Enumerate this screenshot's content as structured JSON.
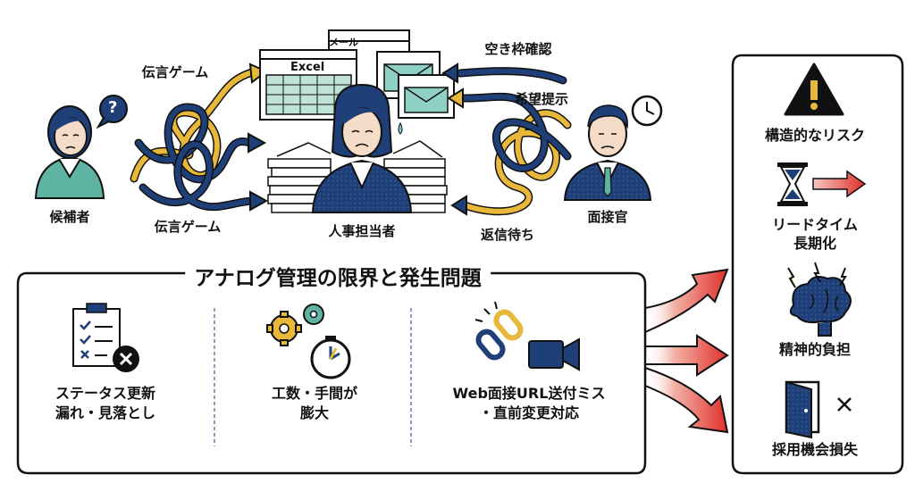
{
  "top": {
    "candidate_label": "候補者",
    "hr_label": "人事担当者",
    "interviewer_label": "面接官",
    "message_game_top": "伝言ゲーム",
    "message_game_bottom": "伝言ゲーム",
    "check_slots": "空き枠確認",
    "present_wishes": "希望提示",
    "wait_reply": "返信待ち",
    "excel_window_title": "Excel",
    "mail_window_title": "メール",
    "question_mark": "?"
  },
  "panel": {
    "title": "アナログ管理の限界と発生問題",
    "items": [
      {
        "icon": "checklist-icon",
        "lines": [
          "ステータス更新",
          "漏れ・見落とし"
        ]
      },
      {
        "icon": "gears-stopwatch-icon",
        "lines": [
          "工数・手間が",
          "膨大"
        ]
      },
      {
        "icon": "broken-link-video-icon",
        "lines": [
          "Web面接URL送付ミス",
          "・直前変更対応"
        ]
      }
    ]
  },
  "risks": {
    "items": [
      {
        "icon": "warning-icon",
        "lines": [
          "構造的なリスク"
        ]
      },
      {
        "icon": "hourglass-arrow-icon",
        "lines": [
          "リードタイム",
          "長期化"
        ]
      },
      {
        "icon": "stressed-brain-icon",
        "lines": [
          "精神的負担"
        ]
      },
      {
        "icon": "open-door-icon",
        "lines": [
          "採用機会損失"
        ]
      }
    ]
  },
  "colors": {
    "navy": "#1f3f78",
    "mustard": "#e8b83a",
    "red_arrow": "#e0302b",
    "outline": "#111111",
    "skin": "#f5dcc8",
    "teal_shirt": "#5fb3a3"
  }
}
